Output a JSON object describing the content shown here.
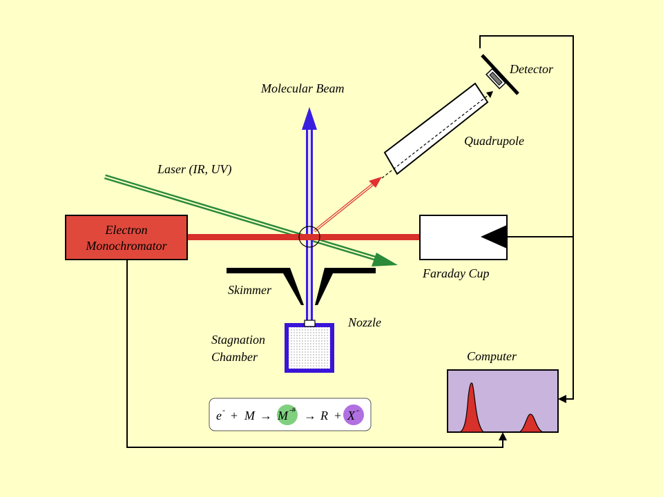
{
  "labels": {
    "detector": "Detector",
    "molecular_beam": "Molecular Beam",
    "quadrupole": "Quadrupole",
    "laser": "Laser (IR, UV)",
    "electron_monochromator_line1": "Electron",
    "electron_monochromator_line2": "Monochromator",
    "faraday_cup": "Faraday Cup",
    "skimmer": "Skimmer",
    "nozzle": "Nozzle",
    "stagnation_line1": "Stagnation",
    "stagnation_line2": "Chamber",
    "computer": "Computer"
  },
  "equation": {
    "e": "e",
    "e_sup": "-",
    "plus1": "+",
    "M": "M",
    "arrow1": "→",
    "M_ion": "M",
    "M_ion_sup": "-#",
    "arrow2": "→",
    "R": "R",
    "plus2": "+",
    "X": "X",
    "X_sup": "-"
  },
  "colors": {
    "background": "#ffffc8",
    "electron_box": "#e0483c",
    "electron_beam": "#d8302a",
    "laser": "#2a8a3a",
    "molecular_beam": "#3a1ee0",
    "ion_path": "#e03030",
    "computer_screen": "#c8b4dc",
    "peak": "#d8302a",
    "chamber_border": "#3a14d8",
    "m_circle": "#80d080",
    "x_circle": "#b070e0"
  }
}
